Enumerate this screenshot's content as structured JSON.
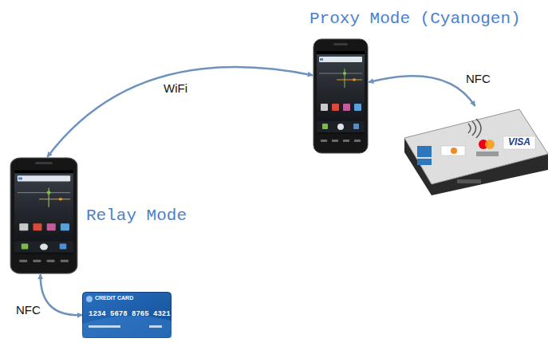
{
  "diagram": {
    "nodes": [
      {
        "text": [
          "Proxy Mode (Cyanogen)"
        ]
      },
      {
        "text": [
          "VISA"
        ]
      },
      {
        "text": [
          "Relay Mode"
        ]
      },
      {
        "text": [
          "CREDIT CARD",
          "1234 5678 8765 4321"
        ]
      }
    ],
    "edges": [
      {
        "from": 0,
        "to": 2,
        "label": "WiFi",
        "arrow": "both"
      },
      {
        "from": 0,
        "to": 1,
        "label": "NFC",
        "arrow": "both"
      },
      {
        "from": 2,
        "to": 3,
        "label": "NFC",
        "arrow": "both"
      }
    ]
  }
}
